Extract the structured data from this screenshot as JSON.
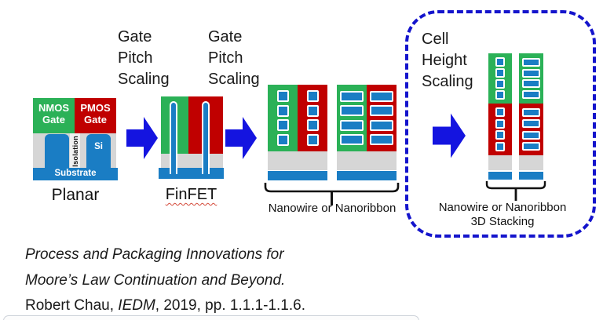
{
  "labels": {
    "gate_pitch_scaling_1": "Gate\nPitch\nScaling",
    "gate_pitch_scaling_2": "Gate\nPitch\nScaling",
    "cell_height_scaling": "Cell\nHeight\nScaling"
  },
  "stages": {
    "planar": {
      "label": "Planar",
      "nmos_gate": "NMOS\nGate",
      "pmos_gate": "PMOS\nGate",
      "isolation": "Isolation",
      "si": "Si",
      "substrate": "Substrate"
    },
    "finfet": {
      "label": "FinFET"
    },
    "nanowire": {
      "label": "Nanowire or Nanoribbon"
    },
    "stacked": {
      "label_line1": "Nanowire or Nanoribbon",
      "label_line2": "3D Stacking"
    }
  },
  "citation": {
    "line1": "Process and Packaging Innovations for",
    "line2": "Moore’s Law Continuation and Beyond.",
    "line3_prefix": "Robert Chau, ",
    "line3_italic": "IEDM",
    "line3_suffix": ", 2019, pp. 1.1.1-1.1.6."
  },
  "colors": {
    "nmos_green": "#2BB157",
    "pmos_red": "#C00000",
    "silicon_blue": "#1A7DC4",
    "oxide_gray": "#D6D6D6",
    "arrow_blue": "#1414E0",
    "dash_blue": "#1414CC"
  }
}
